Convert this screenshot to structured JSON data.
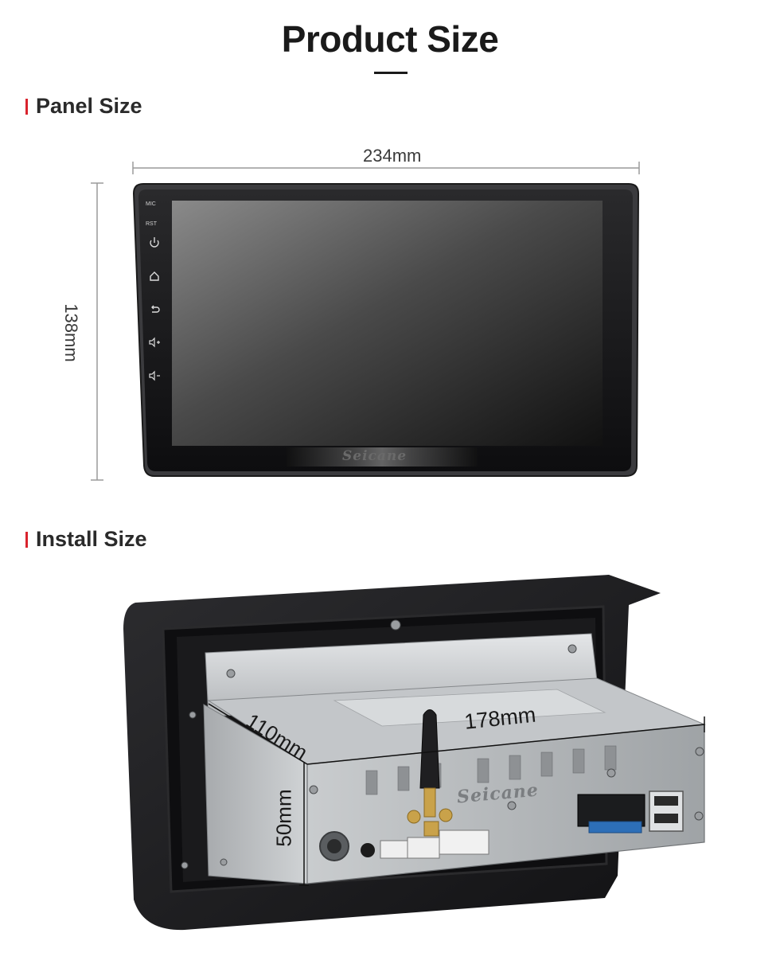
{
  "title": "Product Size",
  "sections": {
    "panel": {
      "label": "Panel Size"
    },
    "install": {
      "label": "Install Size"
    }
  },
  "panel_dims": {
    "width": "234mm",
    "height": "138mm"
  },
  "install_dims": {
    "depth": "110mm",
    "width": "178mm",
    "height": "50mm"
  },
  "device": {
    "brand": "Seicane",
    "side_labels": [
      "MIC",
      "RST"
    ],
    "side_icons": [
      "power-icon",
      "home-icon",
      "back-icon",
      "volume-up-icon",
      "volume-down-icon"
    ]
  },
  "colors": {
    "accent": "#d9232d",
    "frame": "#1c1c1e",
    "chassis": "#b9bcbf"
  }
}
